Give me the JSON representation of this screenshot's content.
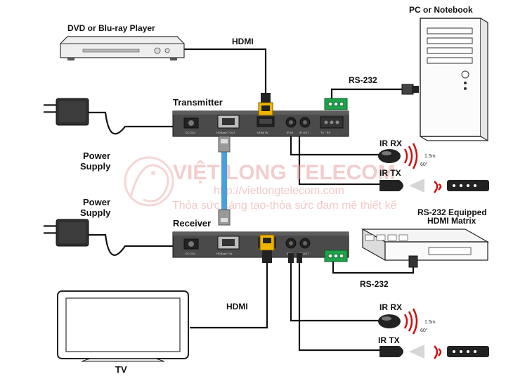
{
  "devices": {
    "dvd": "DVD or Blu-ray Player",
    "pc": "PC or Notebook",
    "transmitter": "Transmitter",
    "receiver": "Receiver",
    "power_supply_1_line1": "Power",
    "power_supply_1_line2": "Supply",
    "power_supply_2_line1": "Power",
    "power_supply_2_line2": "Supply",
    "matrix_line1": "RS-232 Equipped",
    "matrix_line2": "HDMI Matrix",
    "tv": "TV"
  },
  "connections": {
    "hdmi_top": "HDMI",
    "hdmi_bottom": "HDMI",
    "rs232_top": "RS-232",
    "rs232_bottom": "RS-232",
    "ir_rx_top": "IR RX",
    "ir_tx_top": "IR TX",
    "ir_rx_bottom": "IR RX",
    "ir_tx_bottom": "IR TX"
  },
  "ports": {
    "tx_dc": "DC 24V",
    "tx_hdbaset": "HDBaseT OUT",
    "tx_hdmi": "HDMI IN",
    "tx_irin": "IR IN",
    "tx_irout": "IR OUT",
    "tx_serial": "TX · RX",
    "rx_dc": "DC 24V",
    "rx_hdbaset": "HDBaseT IN",
    "rx_irin": "IR IN",
    "rx_irout": "IR OUT"
  },
  "ir_specs": {
    "distance_top": "1.5m",
    "angle_top": "60°",
    "distance_bottom": "1.5m",
    "angle_bottom": "60°"
  },
  "watermark": {
    "name": "VIỆT LONG TELECOM",
    "url": "http://vietlongtelecom.com",
    "slogan": "Thỏa sức sáng tạo-thỏa sức đam mê thiết kế"
  },
  "colors": {
    "device_body": "#4a4a4a",
    "hdmi_gold": "#f0b400",
    "cat_cable": "#4aa0dc",
    "terminal_green": "#1fa34a",
    "ir_red": "#cc1010",
    "watermark": "#e9a6a6"
  }
}
